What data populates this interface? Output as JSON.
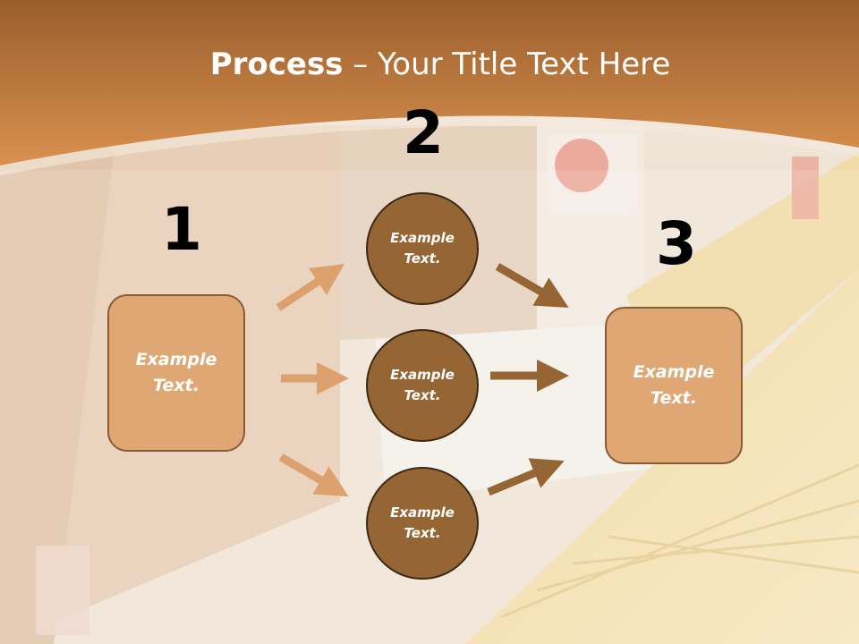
{
  "title": {
    "bold": "Process",
    "rest": " – Your Title Text Here"
  },
  "steps": {
    "one": "1",
    "two": "2",
    "three": "3"
  },
  "left_box": {
    "line1": "Example",
    "line2": "Text."
  },
  "circles": [
    {
      "line1": "Example",
      "line2": "Text."
    },
    {
      "line1": "Example",
      "line2": "Text."
    },
    {
      "line1": "Example",
      "line2": "Text."
    }
  ],
  "right_box": {
    "line1": "Example",
    "line2": "Text."
  },
  "colors": {
    "header": "#c07c41",
    "box_fill": "#dfa774",
    "box_border": "#8c5a33",
    "circle_fill": "#956533",
    "arrow_light": "#dca16d",
    "arrow_dark": "#956533"
  }
}
